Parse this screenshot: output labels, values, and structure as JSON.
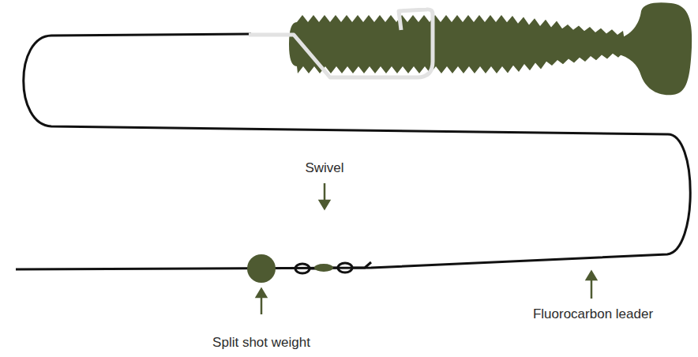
{
  "diagram": {
    "labels": [
      "Swivel",
      "Split shot weight",
      "Fluorocarbon leader"
    ]
  }
}
